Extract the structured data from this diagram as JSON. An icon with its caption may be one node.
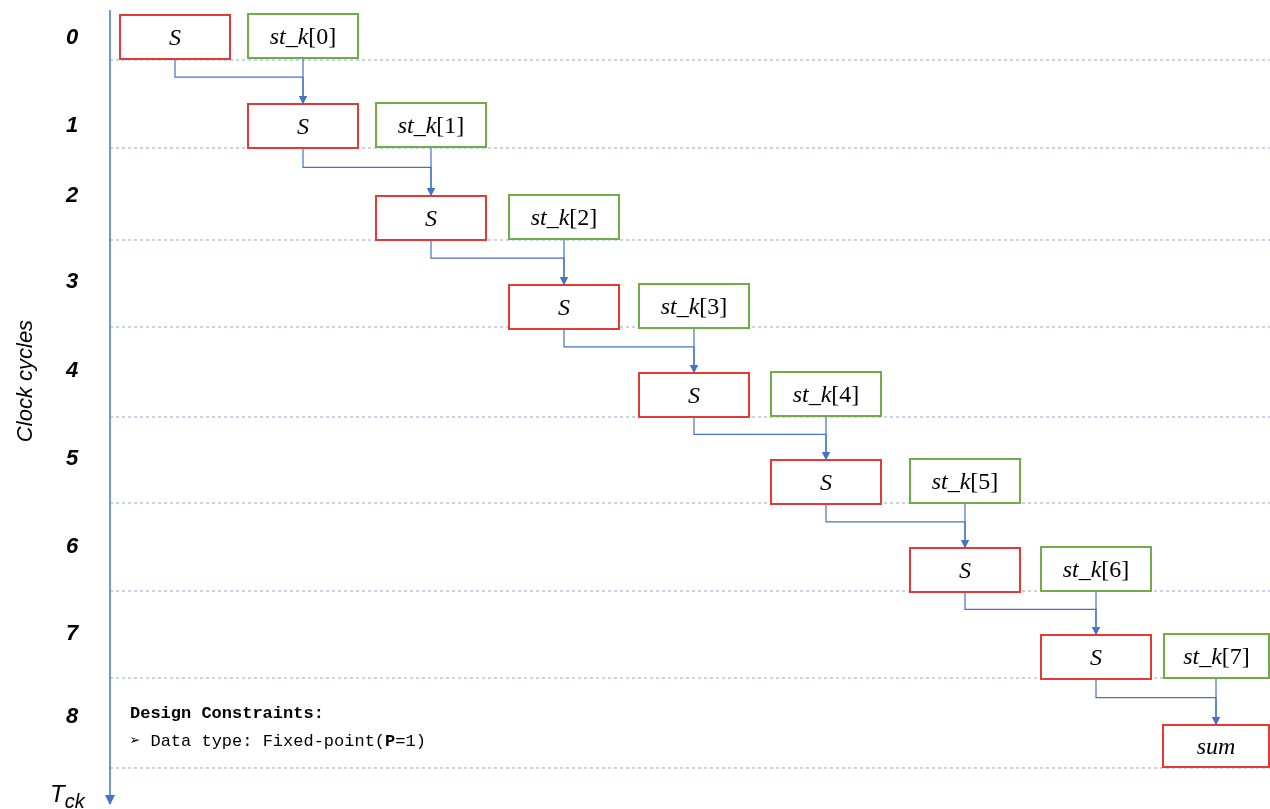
{
  "diagram": {
    "nodes": [
      {
        "text": [
          "S"
        ]
      },
      {
        "text": [
          "*st_k*[0]"
        ]
      },
      {
        "text": [
          "S"
        ]
      },
      {
        "text": [
          "*st_k*[1]"
        ]
      },
      {
        "text": [
          "S"
        ]
      },
      {
        "text": [
          "*st_k*[2]"
        ]
      },
      {
        "text": [
          "S"
        ]
      },
      {
        "text": [
          "*st_k*[3]"
        ]
      },
      {
        "text": [
          "S"
        ]
      },
      {
        "text": [
          "*st_k*[4]"
        ]
      },
      {
        "text": [
          "S"
        ]
      },
      {
        "text": [
          "*st_k*[5]"
        ]
      },
      {
        "text": [
          "S"
        ]
      },
      {
        "text": [
          "*st_k*[6]"
        ]
      },
      {
        "text": [
          "S"
        ]
      },
      {
        "text": [
          "*st_k*[7]"
        ]
      },
      {
        "text": [
          "sum"
        ]
      }
    ],
    "edges": [
      {
        "from": 0,
        "to": 2,
        "arrow": "to"
      },
      {
        "from": 1,
        "to": 2,
        "arrow": "to"
      },
      {
        "from": 2,
        "to": 4,
        "arrow": "to"
      },
      {
        "from": 3,
        "to": 4,
        "arrow": "to"
      },
      {
        "from": 4,
        "to": 6,
        "arrow": "to"
      },
      {
        "from": 5,
        "to": 6,
        "arrow": "to"
      },
      {
        "from": 6,
        "to": 8,
        "arrow": "to"
      },
      {
        "from": 7,
        "to": 8,
        "arrow": "to"
      },
      {
        "from": 8,
        "to": 10,
        "arrow": "to"
      },
      {
        "from": 9,
        "to": 10,
        "arrow": "to"
      },
      {
        "from": 10,
        "to": 12,
        "arrow": "to"
      },
      {
        "from": 11,
        "to": 12,
        "arrow": "to"
      },
      {
        "from": 12,
        "to": 14,
        "arrow": "to"
      },
      {
        "from": 13,
        "to": 14,
        "arrow": "to"
      },
      {
        "from": 14,
        "to": 16,
        "arrow": "to"
      },
      {
        "from": 15,
        "to": 16,
        "arrow": "to"
      }
    ],
    "labels": [
      "0",
      "1",
      "2",
      "3",
      "4",
      "5",
      "6",
      "7",
      "8",
      "Clock cycles",
      "T$_{ck}$",
      "Design Constraints:",
      "➢ Data type: Fixed-point(**P**=1)"
    ]
  }
}
